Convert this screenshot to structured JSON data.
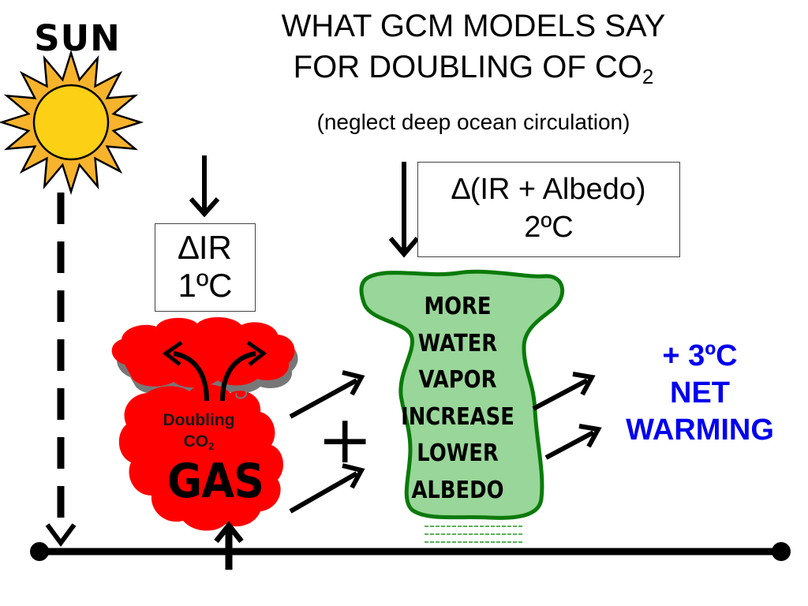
{
  "title": {
    "line1": "WHAT GCM MODELS SAY",
    "line2": "FOR DOUBLING OF CO",
    "line2_subscript": "2",
    "subtitle": "(neglect deep ocean circulation)"
  },
  "sun": {
    "label": "SUN",
    "color": "#f7b32b",
    "core_color": "#fcd015"
  },
  "ir_box": {
    "line1": "∆IR",
    "line2": "1ºC"
  },
  "feedback_box": {
    "line1": "∆(IR + Albedo)",
    "line2": "2ºC"
  },
  "gas_cloud": {
    "doubling_line1": "Doubling",
    "doubling_line2": "CO",
    "doubling_subscript": "2",
    "label": "GAS",
    "color": "#ff0000",
    "shadow_color": "#777777"
  },
  "plus": "+",
  "water_vapor": {
    "lines": [
      "MORE",
      "WATER",
      "VAPOR",
      "INCREASE",
      "LOWER",
      "ALBEDO"
    ],
    "fill_color": "#99d699",
    "outline_color": "#0a7a0a"
  },
  "result": {
    "line1": "+ 3ºC",
    "line2": "NET",
    "line3": "WARMING",
    "color": "#0000ee"
  }
}
